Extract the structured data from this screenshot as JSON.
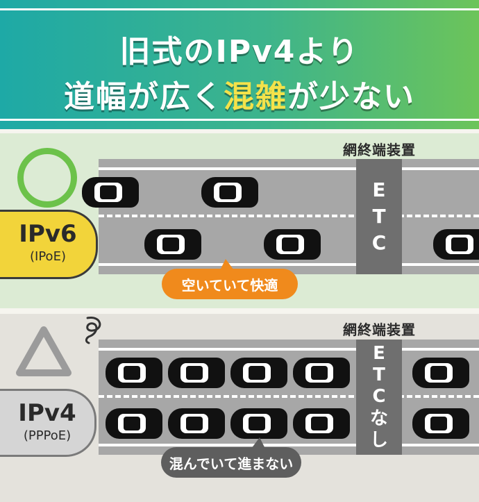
{
  "header": {
    "line1": "旧式のIPv4より",
    "line2_part1": "道幅が広く",
    "line2_highlight": "混雑",
    "line2_part2": "が少ない"
  },
  "ipv6_section": {
    "device_label": "網終端装置",
    "etc_letters": [
      "E",
      "T",
      "C"
    ],
    "pill_main": "IPv6",
    "pill_sub": "(IPoE)",
    "bubble": "空いていて快適"
  },
  "ipv4_section": {
    "device_label": "網終端装置",
    "etc_letters": [
      "E",
      "T",
      "C",
      "な",
      "し"
    ],
    "pill_main": "IPv4",
    "pill_sub": "(PPPoE)",
    "bubble": "混んでいて進まない"
  },
  "icons": {
    "good_symbol": "circle-icon",
    "bad_symbol": "triangle-icon",
    "frustration": "swirl-icon"
  },
  "colors": {
    "header_start": "#1ea9a6",
    "header_end": "#6cc45a",
    "highlight": "#f4e24a",
    "good_circle": "#6cc24a",
    "ipv6_pill": "#f2d43a",
    "orange_bubble": "#f08a1c",
    "gray_bubble": "#5e5e5e"
  }
}
